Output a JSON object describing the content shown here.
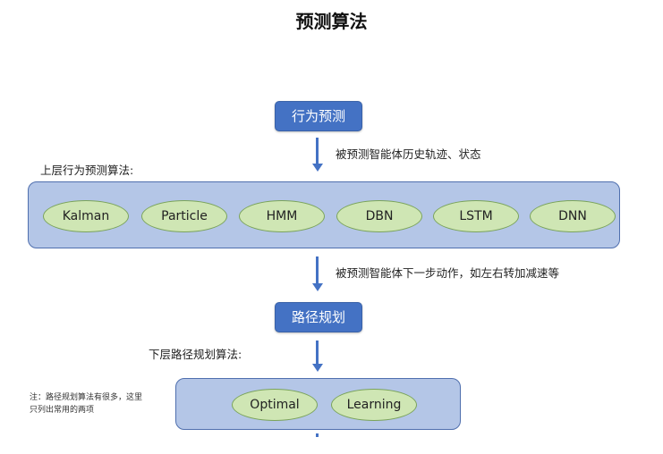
{
  "title": "预测算法",
  "behavior_node": "行为预测",
  "arrow1_label": "被预测智能体历史轨迹、状态",
  "upper_label": "上层行为预测算法:",
  "upper_algorithms": [
    "Kalman",
    "Particle",
    "HMM",
    "DBN",
    "LSTM",
    "DNN"
  ],
  "arrow2_label": "被预测智能体下一步动作，如左右转加减速等",
  "planning_node": "路径规划",
  "lower_label": "下层路径规划算法:",
  "lower_algorithms": [
    "Optimal",
    "Learning"
  ],
  "note_line1": "注：路径规划算法有很多，这里",
  "note_line2": "只列出常用的两项",
  "colors": {
    "node_fill": "#4472c4",
    "panel_fill": "#b4c6e7",
    "pill_fill": "#cfe6b4",
    "pill_border": "#7aa35a"
  }
}
